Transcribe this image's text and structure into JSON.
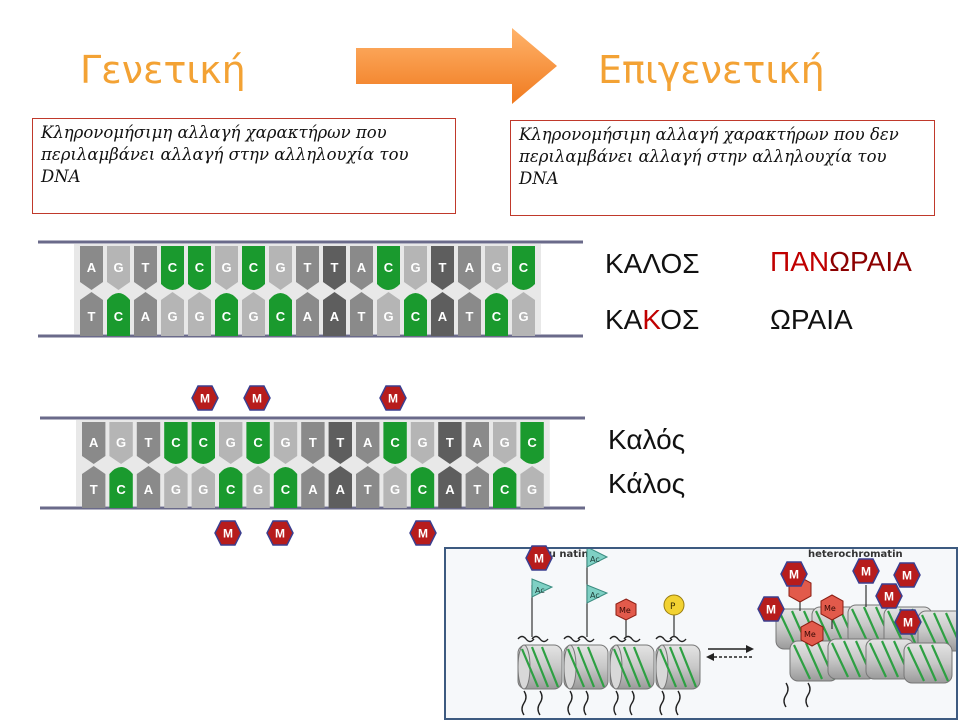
{
  "titles": {
    "left": "Γενετική",
    "right": "Επιγενετική"
  },
  "definitions": {
    "genetic": "Κληρονομήσιμη αλλαγή χαρακτήρων που περιλαμβάνει αλλαγή στην αλληλουχία του DNA",
    "epigenetic": "Κληρονομήσιμη αλλαγή χαρακτήρων που δεν περιλαμβάνει αλλαγή στην αλληλουχία του DNA"
  },
  "dna": {
    "top": [
      "A",
      "G",
      "T",
      "C",
      "C",
      "G",
      "C",
      "G",
      "T",
      "T",
      "A",
      "C",
      "G",
      "T",
      "A",
      "G",
      "C"
    ],
    "bottom": [
      "T",
      "C",
      "A",
      "G",
      "G",
      "C",
      "G",
      "C",
      "A",
      "A",
      "T",
      "G",
      "C",
      "A",
      "T",
      "C",
      "G"
    ],
    "methyl_label": "M"
  },
  "words": {
    "kalos": "ΚΑΛΟΣ",
    "kakos_a": "ΚΑ",
    "kakos_k": "Κ",
    "kakos_b": "ΟΣ",
    "panoraia_pan": "ΠΑΝ",
    "panoraia_rest": "ΩΡΑΙΑ",
    "oraia": "ΩΡΑΙΑ",
    "kalos_accent1": "Καλός",
    "kalos_accent2": "Κάλος"
  },
  "chromatin": {
    "euchromatin_label": "eu  natin",
    "heterochromatin_label": "heterochromatin",
    "ac": "Ac",
    "me": "Me",
    "p": "P",
    "m": "M"
  },
  "colors": {
    "title": "#f3a234",
    "accent_red": "#c00000",
    "green": "#1a9a2e",
    "grey_dark": "#5a5a5a",
    "grey_light": "#b8b8b8",
    "methyl": "#b71c1c"
  }
}
